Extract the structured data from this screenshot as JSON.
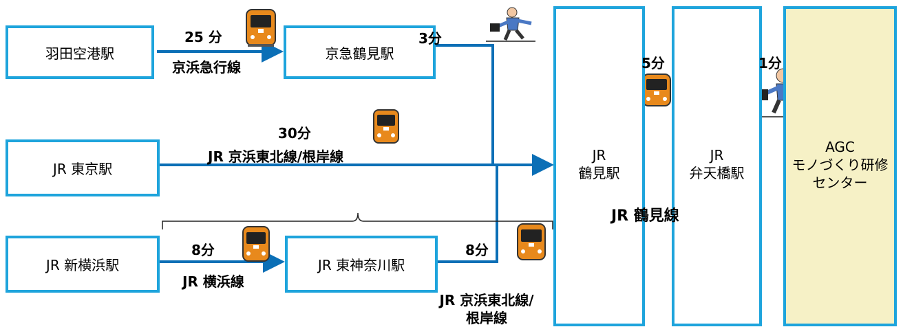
{
  "stations": {
    "haneda": "羽田空港駅",
    "keikyu_tsurumi": "京急鶴見駅",
    "tokyo": "JR 東京駅",
    "shin_yokohama": "JR 新横浜駅",
    "higashi_kanagawa": "JR 東神奈川駅",
    "tsurumi": {
      "line1": "JR",
      "line2": "鶴見駅"
    },
    "bentenbashi": {
      "line1": "JR",
      "line2": "弁天橋駅"
    },
    "agc": {
      "line1": "AGC",
      "line2": "モノづくり研修",
      "line3": "センター"
    }
  },
  "routes": {
    "haneda_time": "25 分",
    "haneda_line": "京浜急行線",
    "keikyu_walk": "3分",
    "tokyo_time": "30分",
    "tokyo_line": "JR  京浜東北線/根岸線",
    "shinyoko_time": "8分",
    "shinyoko_line": "JR  横浜線",
    "higashi_time": "8分",
    "higashi_line1": "JR  京浜東北線/",
    "higashi_line2": "根岸線",
    "tsurumi_line": "JR  鶴見線",
    "tsurumi_benten_time": "5分",
    "walk_time": "1分"
  },
  "colors": {
    "box_border": "#1ea4dc",
    "arrow": "#0b6fb6",
    "agc_fill": "#f6f1c6"
  },
  "icons": [
    "train-icon",
    "walking-person-icon"
  ]
}
